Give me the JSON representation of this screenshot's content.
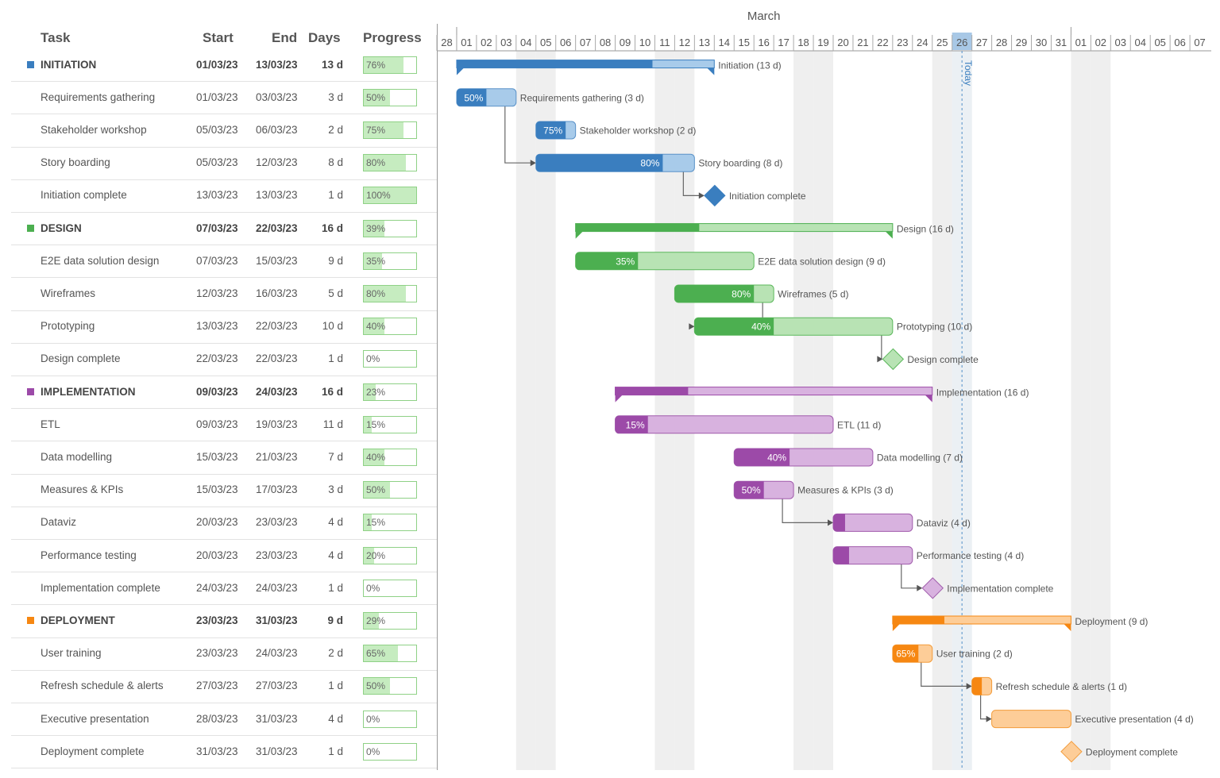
{
  "grid": {
    "headers": {
      "task": "Task",
      "start": "Start",
      "end": "End",
      "days": "Days",
      "progress": "Progress"
    },
    "rows": [
      {
        "task": "INITIATION",
        "start": "01/03/23",
        "end": "13/03/23",
        "days": "13 d",
        "progress": "76%",
        "group": true,
        "color": "#3a7ebf"
      },
      {
        "task": "Requirements gathering",
        "start": "01/03/23",
        "end": "03/03/23",
        "days": "3 d",
        "progress": "50%"
      },
      {
        "task": "Stakeholder workshop",
        "start": "05/03/23",
        "end": "06/03/23",
        "days": "2 d",
        "progress": "75%"
      },
      {
        "task": "Story boarding",
        "start": "05/03/23",
        "end": "12/03/23",
        "days": "8 d",
        "progress": "80%"
      },
      {
        "task": "Initiation complete",
        "start": "13/03/23",
        "end": "13/03/23",
        "days": "1 d",
        "progress": "100%"
      },
      {
        "task": "DESIGN",
        "start": "07/03/23",
        "end": "22/03/23",
        "days": "16 d",
        "progress": "39%",
        "group": true,
        "color": "#4caf50"
      },
      {
        "task": "E2E data solution design",
        "start": "07/03/23",
        "end": "15/03/23",
        "days": "9 d",
        "progress": "35%"
      },
      {
        "task": "Wireframes",
        "start": "12/03/23",
        "end": "16/03/23",
        "days": "5 d",
        "progress": "80%"
      },
      {
        "task": "Prototyping",
        "start": "13/03/23",
        "end": "22/03/23",
        "days": "10 d",
        "progress": "40%"
      },
      {
        "task": "Design complete",
        "start": "22/03/23",
        "end": "22/03/23",
        "days": "1 d",
        "progress": "0%"
      },
      {
        "task": "IMPLEMENTATION",
        "start": "09/03/23",
        "end": "24/03/23",
        "days": "16 d",
        "progress": "23%",
        "group": true,
        "color": "#9c4aa8"
      },
      {
        "task": "ETL",
        "start": "09/03/23",
        "end": "19/03/23",
        "days": "11 d",
        "progress": "15%"
      },
      {
        "task": "Data modelling",
        "start": "15/03/23",
        "end": "21/03/23",
        "days": "7 d",
        "progress": "40%"
      },
      {
        "task": "Measures & KPIs",
        "start": "15/03/23",
        "end": "17/03/23",
        "days": "3 d",
        "progress": "50%"
      },
      {
        "task": "Dataviz",
        "start": "20/03/23",
        "end": "23/03/23",
        "days": "4 d",
        "progress": "15%"
      },
      {
        "task": "Performance testing",
        "start": "20/03/23",
        "end": "23/03/23",
        "days": "4 d",
        "progress": "20%"
      },
      {
        "task": "Implementation complete",
        "start": "24/03/23",
        "end": "24/03/23",
        "days": "1 d",
        "progress": "0%"
      },
      {
        "task": "DEPLOYMENT",
        "start": "23/03/23",
        "end": "31/03/23",
        "days": "9 d",
        "progress": "29%",
        "group": true,
        "color": "#f68712"
      },
      {
        "task": "User training",
        "start": "23/03/23",
        "end": "24/03/23",
        "days": "2 d",
        "progress": "65%"
      },
      {
        "task": "Refresh schedule & alerts",
        "start": "27/03/23",
        "end": "27/03/23",
        "days": "1 d",
        "progress": "50%"
      },
      {
        "task": "Executive presentation",
        "start": "28/03/23",
        "end": "31/03/23",
        "days": "4 d",
        "progress": "0%"
      },
      {
        "task": "Deployment complete",
        "start": "31/03/23",
        "end": "31/03/23",
        "days": "1 d",
        "progress": "0%"
      }
    ]
  },
  "chart_data": {
    "type": "gantt",
    "month_label": "March",
    "today_label": "Today",
    "today_day": 26,
    "days": [
      "28",
      "01",
      "02",
      "03",
      "04",
      "05",
      "06",
      "07",
      "08",
      "09",
      "10",
      "11",
      "12",
      "13",
      "14",
      "15",
      "16",
      "17",
      "18",
      "19",
      "20",
      "21",
      "22",
      "23",
      "24",
      "25",
      "26",
      "27",
      "28",
      "29",
      "30",
      "31",
      "01",
      "02",
      "03",
      "04",
      "05",
      "06",
      "07"
    ],
    "weekend_day_indexes": [
      4,
      5,
      11,
      12,
      18,
      19,
      25,
      26,
      32,
      33
    ],
    "colors": {
      "blue": {
        "dark": "#3a7ebf",
        "light": "#a8cbea",
        "border": "#5a92c8"
      },
      "green": {
        "dark": "#4caf50",
        "light": "#b8e3b4",
        "border": "#5cb85c"
      },
      "purple": {
        "dark": "#9c4aa8",
        "light": "#d8b2df",
        "border": "#a05bab"
      },
      "orange": {
        "dark": "#f68712",
        "light": "#fdcd98",
        "border": "#f39c3a"
      }
    },
    "tasks": [
      {
        "kind": "summary",
        "color": "blue",
        "start": 1,
        "end": 13,
        "progress": 76,
        "label": "Initiation (13 d)"
      },
      {
        "kind": "bar",
        "color": "blue",
        "start": 1,
        "end": 3,
        "progress": 50,
        "pct": "50%",
        "label": "Requirements gathering (3 d)"
      },
      {
        "kind": "bar",
        "color": "blue",
        "start": 5,
        "end": 6,
        "progress": 75,
        "pct": "75%",
        "label": "Stakeholder workshop (2 d)"
      },
      {
        "kind": "bar",
        "color": "blue",
        "start": 5,
        "end": 12,
        "progress": 80,
        "pct": "80%",
        "label": "Story boarding (8 d)"
      },
      {
        "kind": "milestone",
        "color": "blue",
        "day": 13,
        "filled": true,
        "label": "Initiation complete"
      },
      {
        "kind": "summary",
        "color": "green",
        "start": 7,
        "end": 22,
        "progress": 39,
        "label": "Design (16 d)"
      },
      {
        "kind": "bar",
        "color": "green",
        "start": 7,
        "end": 15,
        "progress": 35,
        "pct": "35%",
        "label": "E2E data solution design (9 d)"
      },
      {
        "kind": "bar",
        "color": "green",
        "start": 12,
        "end": 16,
        "progress": 80,
        "pct": "80%",
        "label": "Wireframes (5 d)"
      },
      {
        "kind": "bar",
        "color": "green",
        "start": 13,
        "end": 22,
        "progress": 40,
        "pct": "40%",
        "label": "Prototyping (10 d)"
      },
      {
        "kind": "milestone",
        "color": "green",
        "day": 22,
        "filled": false,
        "label": "Design complete"
      },
      {
        "kind": "summary",
        "color": "purple",
        "start": 9,
        "end": 24,
        "progress": 23,
        "label": "Implementation (16 d)"
      },
      {
        "kind": "bar",
        "color": "purple",
        "start": 9,
        "end": 19,
        "progress": 15,
        "pct": "15%",
        "label": "ETL (11 d)"
      },
      {
        "kind": "bar",
        "color": "purple",
        "start": 15,
        "end": 21,
        "progress": 40,
        "pct": "40%",
        "label": "Data modelling (7 d)"
      },
      {
        "kind": "bar",
        "color": "purple",
        "start": 15,
        "end": 17,
        "progress": 50,
        "pct": "50%",
        "label": "Measures & KPIs (3 d)"
      },
      {
        "kind": "bar",
        "color": "purple",
        "start": 20,
        "end": 23,
        "progress": 15,
        "pct": "",
        "label": "Dataviz (4 d)"
      },
      {
        "kind": "bar",
        "color": "purple",
        "start": 20,
        "end": 23,
        "progress": 20,
        "pct": "",
        "label": "Performance testing (4 d)"
      },
      {
        "kind": "milestone",
        "color": "purple",
        "day": 24,
        "filled": false,
        "label": "Implementation complete"
      },
      {
        "kind": "summary",
        "color": "orange",
        "start": 23,
        "end": 31,
        "progress": 29,
        "label": "Deployment (9 d)"
      },
      {
        "kind": "bar",
        "color": "orange",
        "start": 23,
        "end": 24,
        "progress": 65,
        "pct": "65%",
        "label": "User training (2 d)"
      },
      {
        "kind": "bar",
        "color": "orange",
        "start": 27,
        "end": 27,
        "progress": 50,
        "pct": "",
        "label": "Refresh schedule & alerts (1 d)"
      },
      {
        "kind": "bar",
        "color": "orange",
        "start": 28,
        "end": 31,
        "progress": 0,
        "pct": "",
        "label": "Executive presentation (4 d)"
      },
      {
        "kind": "milestone",
        "color": "orange",
        "day": 31,
        "filled": false,
        "label": "Deployment complete"
      }
    ],
    "dependencies": [
      {
        "from": 1,
        "to": 3
      },
      {
        "from": 3,
        "to": 4
      },
      {
        "from": 7,
        "to": 8
      },
      {
        "from": 8,
        "to": 9
      },
      {
        "from": 13,
        "to": 14
      },
      {
        "from": 15,
        "to": 16
      },
      {
        "from": 18,
        "to": 19
      },
      {
        "from": 19,
        "to": 20
      }
    ]
  }
}
